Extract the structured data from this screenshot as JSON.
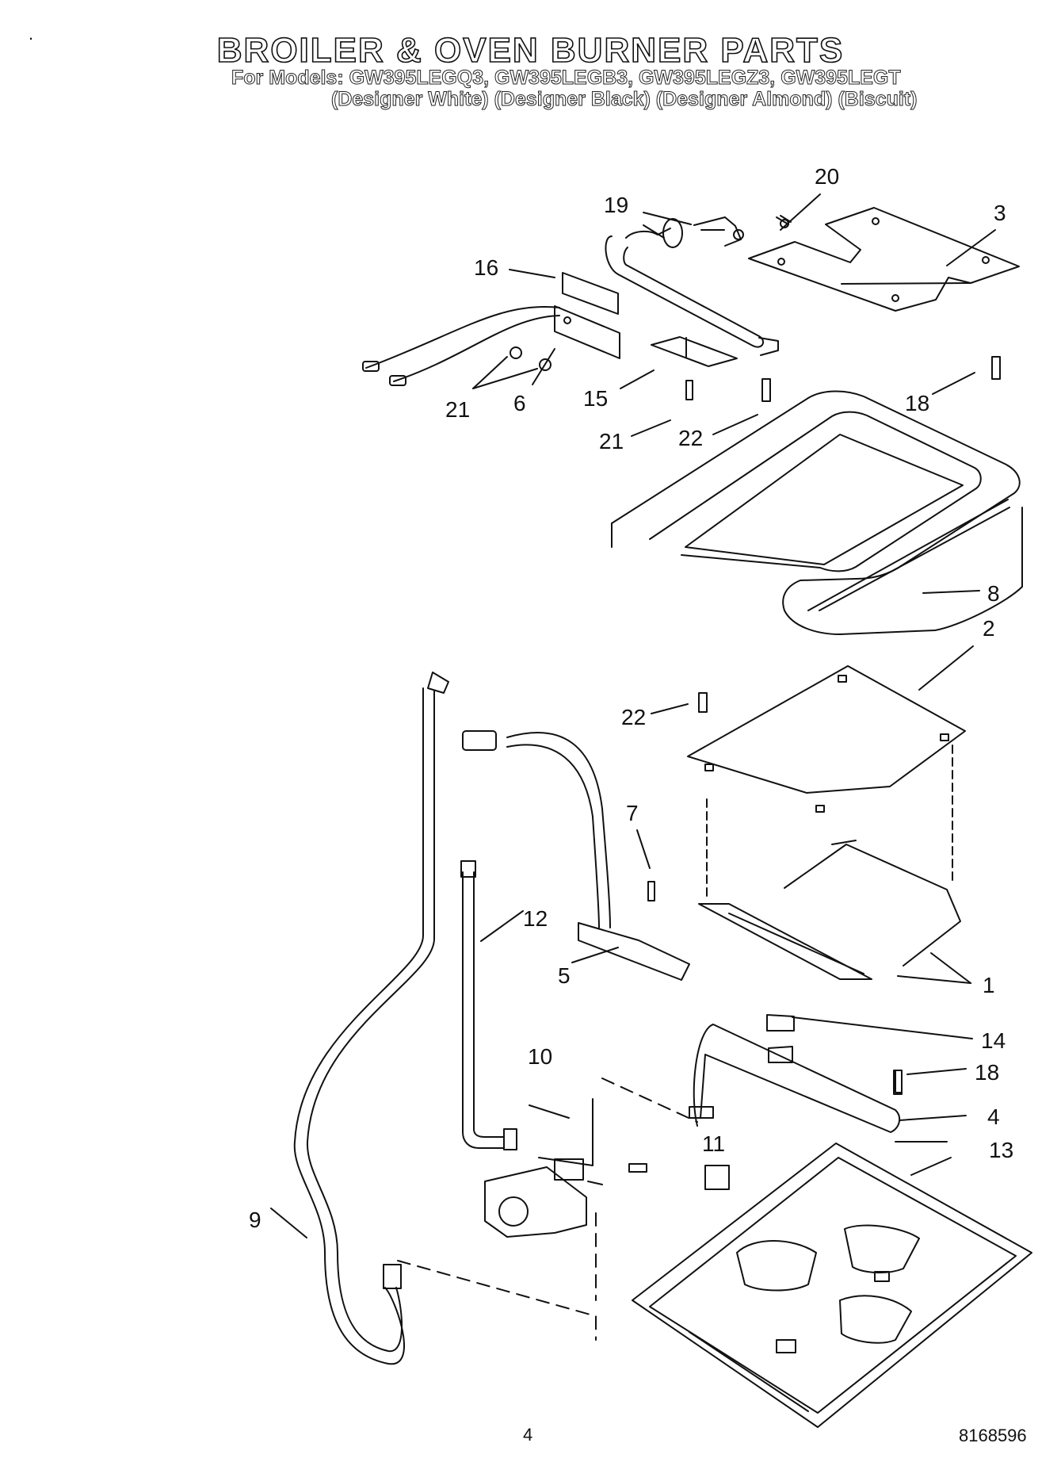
{
  "header": {
    "title": "BROILER & OVEN BURNER PARTS",
    "models": "For Models: GW395LEGQ3, GW395LEGB3, GW395LEGZ3, GW395LEGT",
    "colors": "(Designer White) (Designer Black) (Designer Almond) (Biscuit)"
  },
  "parts": [
    "20",
    "19",
    "3",
    "16",
    "21",
    "6",
    "15",
    "18",
    "21",
    "22",
    "8",
    "2",
    "22",
    "7",
    "12",
    "5",
    "1",
    "14",
    "10",
    "18",
    "4",
    "11",
    "13",
    "9"
  ],
  "footer": {
    "page_number": "4",
    "document_number": "8168596",
    "corner_mark": "."
  }
}
